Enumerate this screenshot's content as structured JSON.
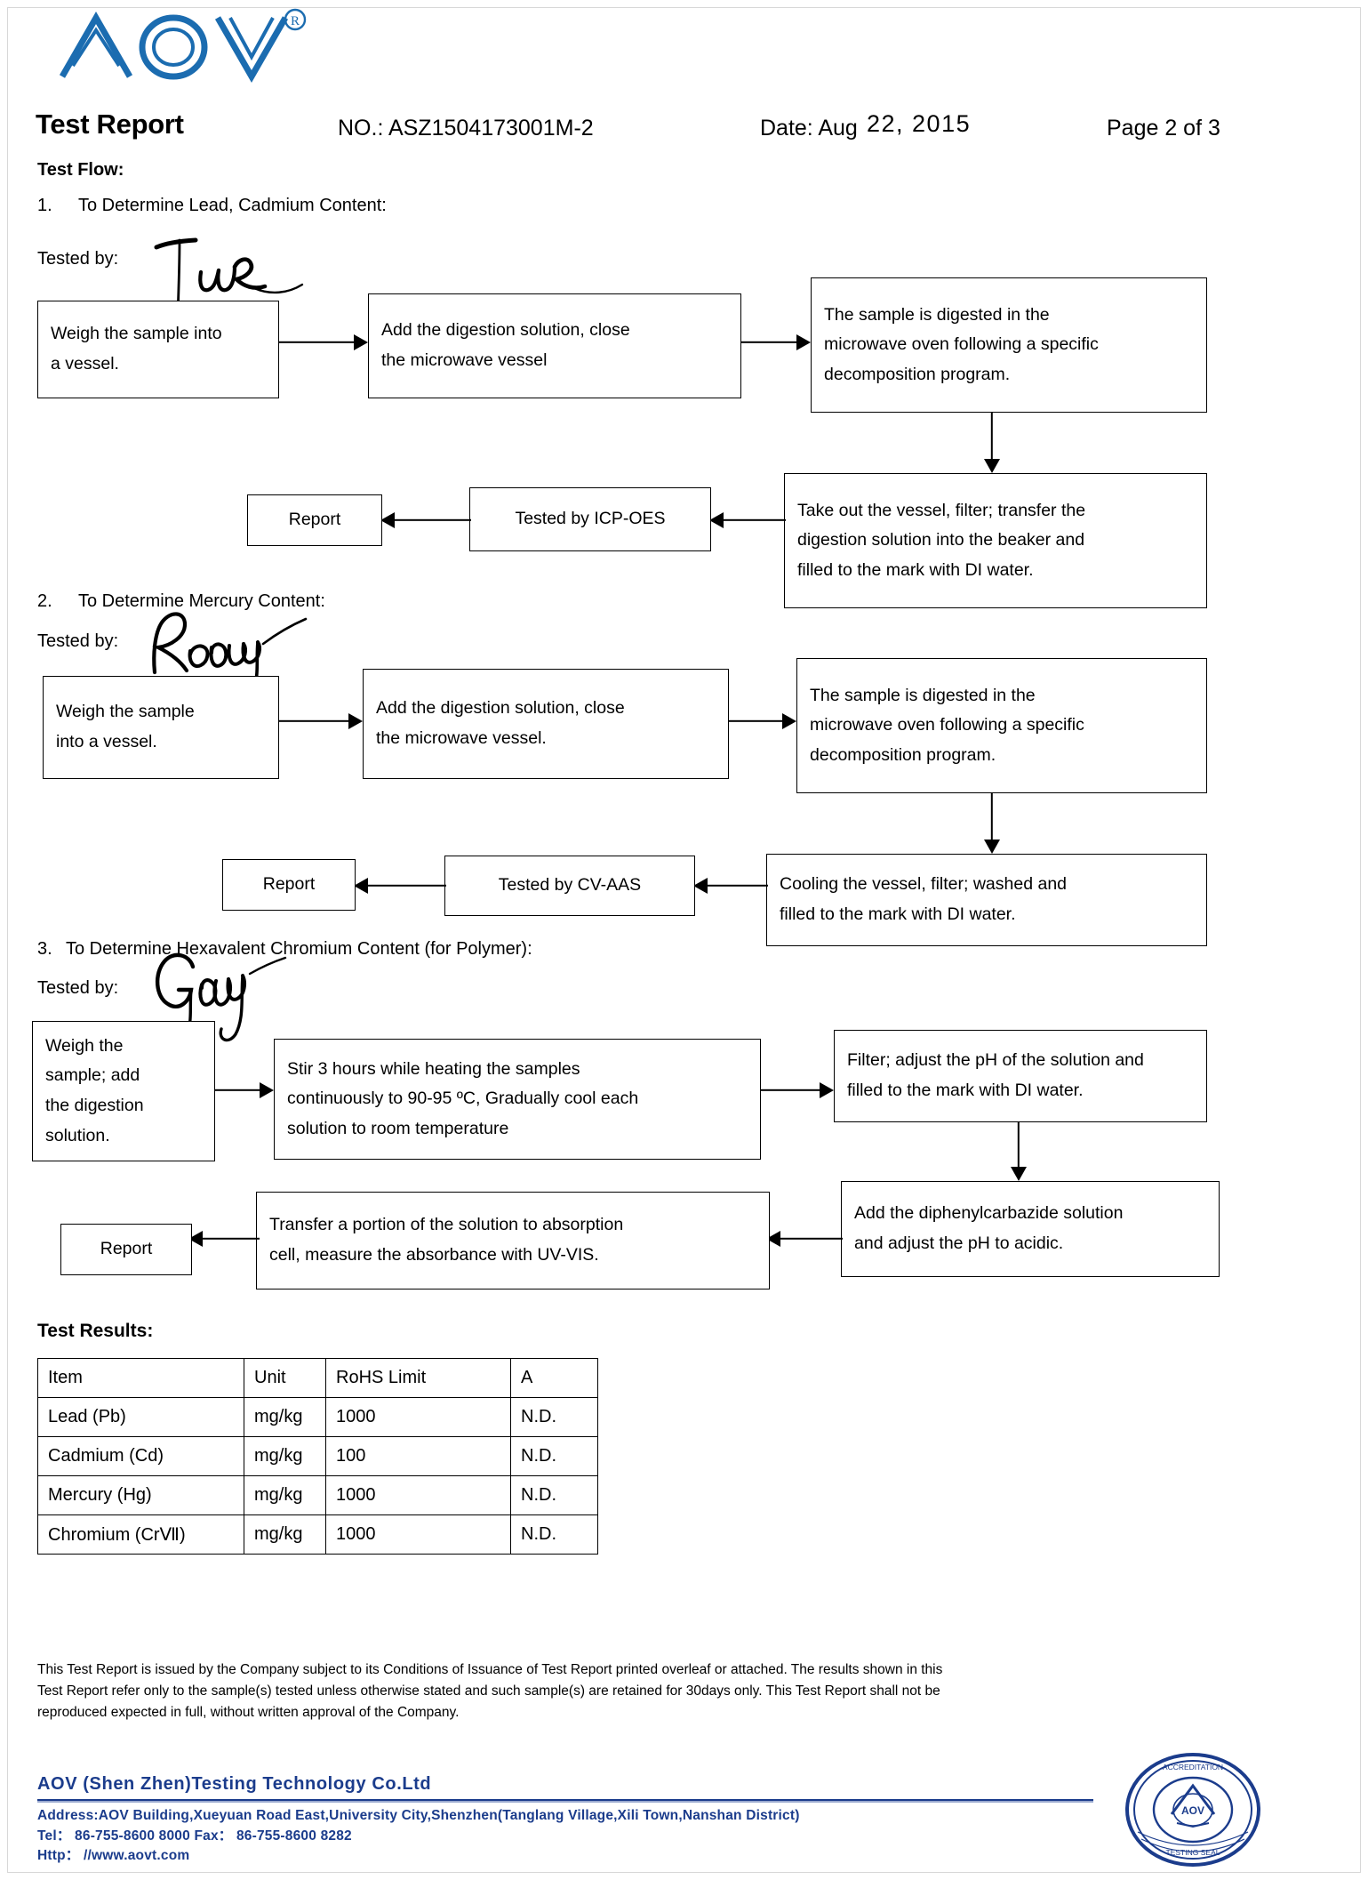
{
  "company": {
    "logo_text": "AOV",
    "logo_trademark": "R",
    "name": "AOV (Shen Zhen)Testing Technology Co.Ltd",
    "address": "Address:AOV Building,Xueyuan Road East,University City,Shenzhen(Tanglang Village,Xili Town,Nanshan District)",
    "tel_fax": "Tel： 86-755-8600 8000    Fax： 86-755-8600 8282",
    "http": "Http： //www.aovt.com"
  },
  "header": {
    "title": "Test Report",
    "report_no": "NO.: ASZ1504173001M-2",
    "date_label": "Date: Aug",
    "date_value": "22, 2015",
    "page": "Page 2 of 3"
  },
  "test_flow": {
    "heading": "Test Flow:",
    "tested_by_label": "Tested by:",
    "sections": [
      {
        "number": "1.",
        "title": "To Determine Lead, Cadmium Content:",
        "signature": "Jure",
        "steps": [
          "Weigh the sample into a vessel.",
          "Add the digestion solution, close the microwave vessel",
          "The sample is digested in the microwave oven following a specific decomposition program.",
          "Take out the vessel, filter; transfer the digestion solution into the beaker and filled to the mark with DI water.",
          "Tested by ICP-OES",
          "Report"
        ]
      },
      {
        "number": "2.",
        "title": "To Determine Mercury Content:",
        "signature": "Rosony",
        "steps": [
          "Weigh the sample into a vessel.",
          "Add the digestion solution, close the microwave vessel.",
          "The sample is digested in the microwave oven following a specific decomposition program.",
          "Cooling the vessel, filter; washed and filled to the mark with DI water.",
          "Tested by CV-AAS",
          "Report"
        ]
      },
      {
        "number": "3.",
        "title": "To Determine Hexavalent Chromium Content (for Polymer):",
        "signature": "Gary",
        "steps": [
          "Weigh the sample; add the digestion solution.",
          "Stir 3 hours while heating the samples continuously to 90-95 ºC, Gradually cool each solution to room temperature",
          "Filter; adjust the pH of the solution and filled to the mark with DI water.",
          "Add the diphenylcarbazide solution and adjust the pH to acidic.",
          "Transfer a portion of the solution to absorption cell, measure the absorbance with UV-VIS.",
          "Report"
        ]
      }
    ],
    "flow1_boxes": {
      "b1_l1": "Weigh the sample into",
      "b1_l2": "a vessel.",
      "b2_l1": "Add  the  digestion  solution,  close",
      "b2_l2": "the microwave vessel",
      "b3_l1": "The sample is digested in the",
      "b3_l2": "microwave oven following a specific",
      "b3_l3": "decomposition program.",
      "b4_l1": "Take out the vessel, filter; transfer the",
      "b4_l2": "digestion solution into the beaker and",
      "b4_l3": "filled to the mark with DI water.",
      "b5": "Tested by ICP-OES",
      "b6": "Report"
    },
    "flow2_boxes": {
      "b1_l1": "Weigh the sample",
      "b1_l2": "into a vessel.",
      "b2_l1": "Add  the  digestion  solution,  close",
      "b2_l2": "the microwave vessel.",
      "b3_l1": "The sample is digested in the",
      "b3_l2": "microwave oven following a specific",
      "b3_l3": "decomposition program.",
      "b4_l1": "Cooling the vessel, filter; washed and",
      "b4_l2": "filled to the mark with DI water.",
      "b5": "Tested by CV-AAS",
      "b6": "Report"
    },
    "flow3_boxes": {
      "b1_l1": "Weigh the",
      "b1_l2": "sample; add",
      "b1_l3": "the digestion",
      "b1_l4": "solution.",
      "b2_l1": "Stir 3 hours while heating the samples",
      "b2_l2": "continuously to 90-95 ºC, Gradually cool each",
      "b2_l3": "solution to room temperature",
      "b3_l1": "Filter; adjust the pH of the solution and",
      "b3_l2": "filled to the mark with DI water.",
      "b4_l1": "Add the diphenylcarbazide solution",
      "b4_l2": "and adjust the pH to acidic.",
      "b5_l1": "Transfer a portion of the solution to absorption",
      "b5_l2": "cell, measure the absorbance with UV-VIS.",
      "b6": "Report"
    }
  },
  "test_results": {
    "heading": "Test Results:",
    "columns": [
      "Item",
      "Unit",
      "RoHS Limit",
      "A"
    ],
    "rows": [
      {
        "item": "Lead (Pb)",
        "unit": "mg/kg",
        "limit": "1000",
        "a": "N.D."
      },
      {
        "item": "Cadmium (Cd)",
        "unit": "mg/kg",
        "limit": "100",
        "a": "N.D."
      },
      {
        "item": "Mercury (Hg)",
        "unit": "mg/kg",
        "limit": "1000",
        "a": "N.D."
      },
      {
        "item": "Chromium (CrⅦ)",
        "unit": "mg/kg",
        "limit": "1000",
        "a": "N.D."
      }
    ]
  },
  "disclaimer": {
    "line1": "This Test Report is issued by the Company subject to its Conditions of Issuance of Test Report printed overleaf or attached. The results shown in this",
    "line2": "Test Report refer only to the sample(s) tested unless otherwise stated and such sample(s) are retained for 30days only. This Test Report shall not be",
    "line3": "reproduced expected in full, without written approval of the Company."
  },
  "colors": {
    "brand_blue": "#1b6cb0",
    "footer_blue": "#1b3c8c",
    "stamp_blue": "#1b3c8c",
    "ink_black": "#000000"
  }
}
